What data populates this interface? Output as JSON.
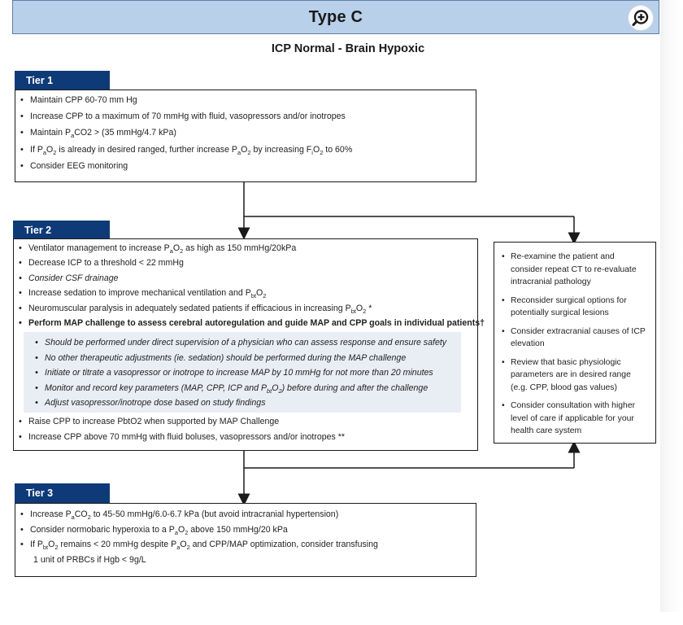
{
  "header": {
    "title": "Type C"
  },
  "subtitle": "ICP Normal - Brain Hypoxic",
  "zoom_icon": "zoom-in-icon",
  "colors": {
    "header_bg": "#b9d0ea",
    "tier_label_bg": "#0f3a78",
    "sub_panel_bg": "#e9eef5"
  },
  "tier1": {
    "label": "Tier 1",
    "items": [
      {
        "pre": "Maintain CPP 60-70 mm Hg"
      },
      {
        "pre": "Increase CPP to a maximum of 70 mmHg with fluid, vasopressors and/or inotropes"
      },
      {
        "pre": "Maintain P",
        "sub1": "a",
        "mid": "CO2 > (35 mmHg/4.7 kPa)"
      },
      {
        "pre": "If P",
        "sub1": "a",
        "mid": "O",
        "sub2": "2",
        "post": " is already in desired ranged, further increase P",
        "sub3": "a",
        "mid2": "O",
        "sub4": "2",
        "post2": " by increasing F",
        "sub5": "i",
        "mid3": "O",
        "sub6": "2",
        "post3": " to 60%"
      },
      {
        "pre": "Consider EEG monitoring"
      }
    ]
  },
  "tier2": {
    "label": "Tier 2",
    "items": [
      {
        "pre": "Ventilator management to increase P",
        "sub1": "a",
        "mid": "O",
        "sub2": "2",
        "post": " as high as 150 mmHg/20kPa"
      },
      {
        "pre": "Decrease ICP to a threshold < 22 mmHg"
      },
      {
        "pre": "Consider CSF drainage"
      },
      {
        "pre": "Increase sedation to improve mechanical ventilation and P",
        "sub1": "bt",
        "mid": "O",
        "sub2": "2"
      },
      {
        "pre": "Neuromuscular paralysis in adequately sedated patients if efficacious in increasing P",
        "sub1": "bt",
        "mid": "O",
        "sub2": "2",
        "post": " *"
      },
      {
        "pre": "Perform MAP challenge to assess cerebral autoregulation and guide MAP and CPP goals in individual patients†"
      }
    ],
    "sub_items": [
      "Should be performed under direct supervision of a physician who can assess response and ensure safety",
      "No other therapeutic adjustments (ie. sedation) should be performed during the MAP challenge",
      "Initiate or titrate a vasopressor or inotrope to increase MAP by 10 mmHg for not more than 20 minutes",
      {
        "pre": "Monitor and record key parameters (MAP, CPP, ICP and P",
        "sub1": "bt",
        "mid": "O",
        "sub2": "2",
        "post": ") before during and after the challenge"
      },
      "Adjust vasopressor/inotrope dose based on study findings"
    ],
    "items_after": [
      "Raise CPP to increase PbtO2 when supported by MAP Challenge",
      "Increase CPP above 70 mmHg with fluid boluses, vasopressors and/or inotropes **"
    ]
  },
  "side_panel": {
    "items": [
      "Re-examine the patient and consider repeat CT to re-evaluate intracranial pathology",
      "Reconsider surgical options for potentially surgical lesions",
      "Consider extracranial causes of ICP elevation",
      "Review that basic physiologic parameters are in desired range (e.g. CPP, blood gas values)",
      "Consider consultation with higher level of care if applicable for your health care system"
    ]
  },
  "tier3": {
    "label": "Tier 3",
    "items": [
      {
        "pre": "Increase P",
        "sub1": "a",
        "mid": "CO",
        "sub2": "2",
        "post": " to 45-50 mmHg/6.0-6.7 kPa (but avoid intracranial hypertension)"
      },
      {
        "pre": "Consider normobaric hyperoxia to a P",
        "sub1": "a",
        "mid": "O",
        "sub2": "2",
        "post": " above 150 mmHg/20 kPa"
      },
      {
        "pre": "If P",
        "sub1": "bt",
        "mid": "O",
        "sub2": "2",
        "post": " remains < 20 mmHg despite P",
        "sub3": "a",
        "mid2": "O",
        "sub4": "2",
        "post2": " and CPP/MAP optimization, consider transfusing"
      },
      {
        "pre": "1 unit of PRBCs if Hgb < 9g/L"
      }
    ]
  }
}
